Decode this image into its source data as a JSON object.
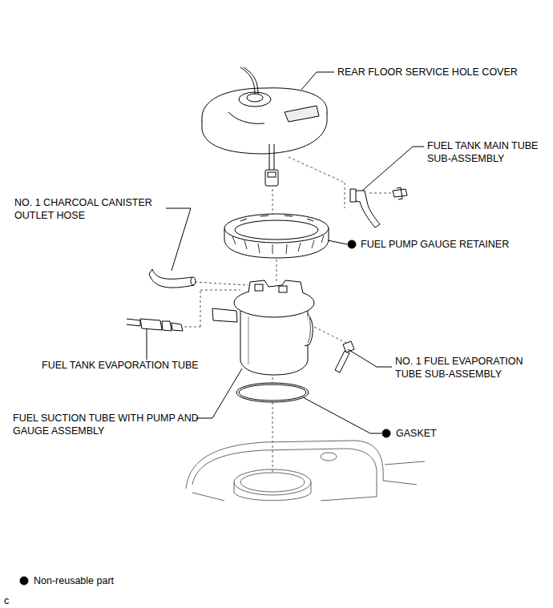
{
  "diagram": {
    "labels": [
      "REAR FLOOR SERVICE HOLE COVER",
      "FUEL TANK MAIN TUBE SUB-ASSEMBLY",
      "NO. 1 CHARCOAL CANISTER OUTLET HOSE",
      "FUEL PUMP GAUGE RETAINER",
      "FUEL TANK EVAPORATION TUBE",
      "NO. 1 FUEL EVAPORATION TUBE SUB-ASSEMBLY",
      "FUEL SUCTION TUBE WITH PUMP AND GAUGE ASSEMBLY",
      "GASKET",
      "c"
    ],
    "legend": [
      {
        "text": "Non-reusable part"
      }
    ]
  }
}
